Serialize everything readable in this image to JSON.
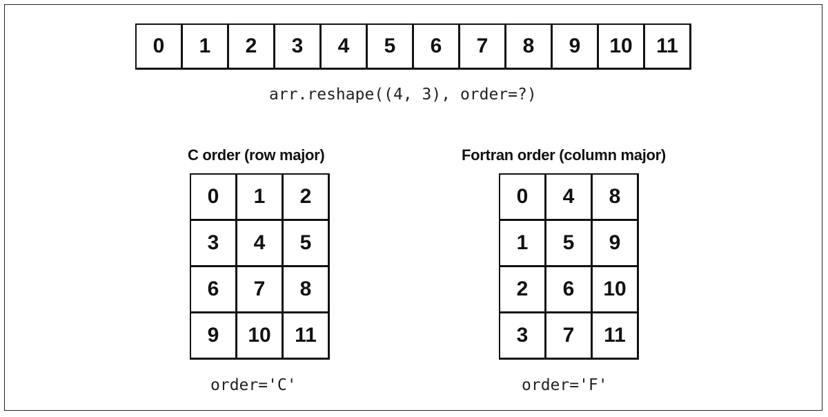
{
  "flat_array": [
    "0",
    "1",
    "2",
    "3",
    "4",
    "5",
    "6",
    "7",
    "8",
    "9",
    "10",
    "11"
  ],
  "reshape_call": "arr.reshape((4, 3), order=?)",
  "c_order": {
    "title": "C order (row major)",
    "rows": [
      [
        "0",
        "1",
        "2"
      ],
      [
        "3",
        "4",
        "5"
      ],
      [
        "6",
        "7",
        "8"
      ],
      [
        "9",
        "10",
        "11"
      ]
    ],
    "caption": "order='C'"
  },
  "f_order": {
    "title": "Fortran order (column major)",
    "rows": [
      [
        "0",
        "4",
        "8"
      ],
      [
        "1",
        "5",
        "9"
      ],
      [
        "2",
        "6",
        "10"
      ],
      [
        "3",
        "7",
        "11"
      ]
    ],
    "caption": "order='F'"
  }
}
